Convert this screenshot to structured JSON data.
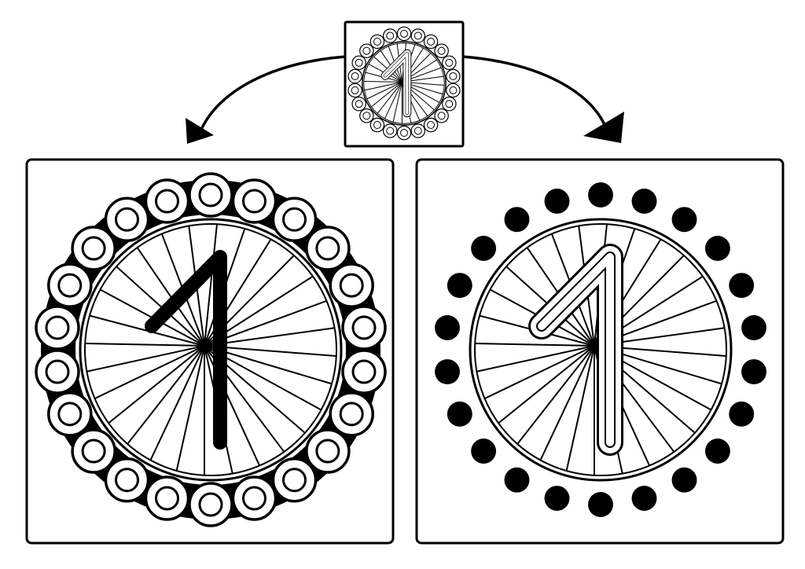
{
  "figure": {
    "panels": [
      {
        "id": "source",
        "digit": "1",
        "numeral_style": "outlined",
        "ring_style": "hollow-rings"
      },
      {
        "id": "left",
        "digit": "1",
        "numeral_style": "solid",
        "ring_style": "hollow-rings-on-black-band"
      },
      {
        "id": "right",
        "digit": "1",
        "numeral_style": "outlined",
        "ring_style": "solid-dots"
      }
    ],
    "arrows": [
      {
        "from": "source",
        "to": "left",
        "style": "curved-arrow"
      },
      {
        "from": "source",
        "to": "right",
        "style": "curved-arrow"
      }
    ],
    "colors": {
      "ink": "#000000",
      "paper": "#ffffff"
    }
  }
}
